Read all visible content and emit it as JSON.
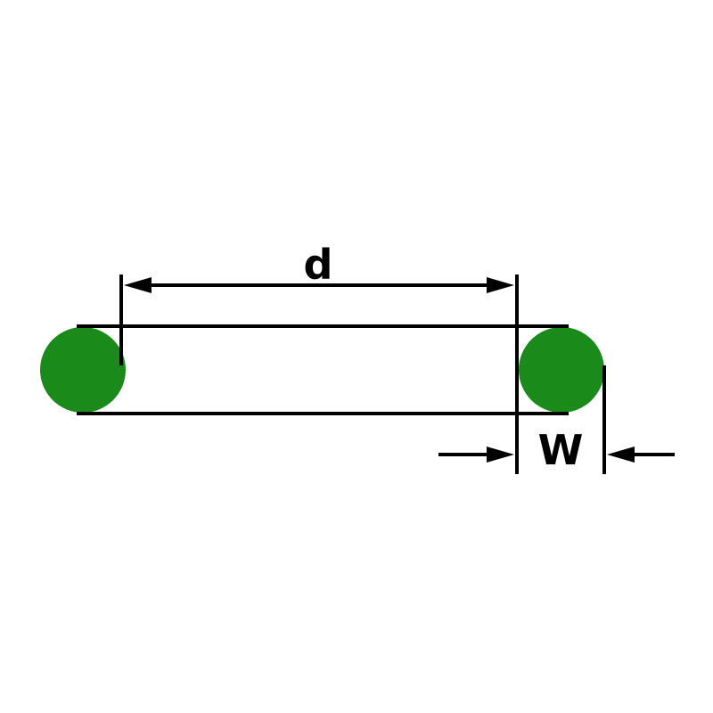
{
  "diagram": {
    "type": "technical-dimension-diagram",
    "subject": "o-ring cross-section with dimension callouts",
    "labels": {
      "inner_diameter": "d",
      "cross_section_width": "W"
    },
    "colors": {
      "oring_green": "#1a8a1a",
      "line": "#000000",
      "background": "#ffffff"
    }
  }
}
